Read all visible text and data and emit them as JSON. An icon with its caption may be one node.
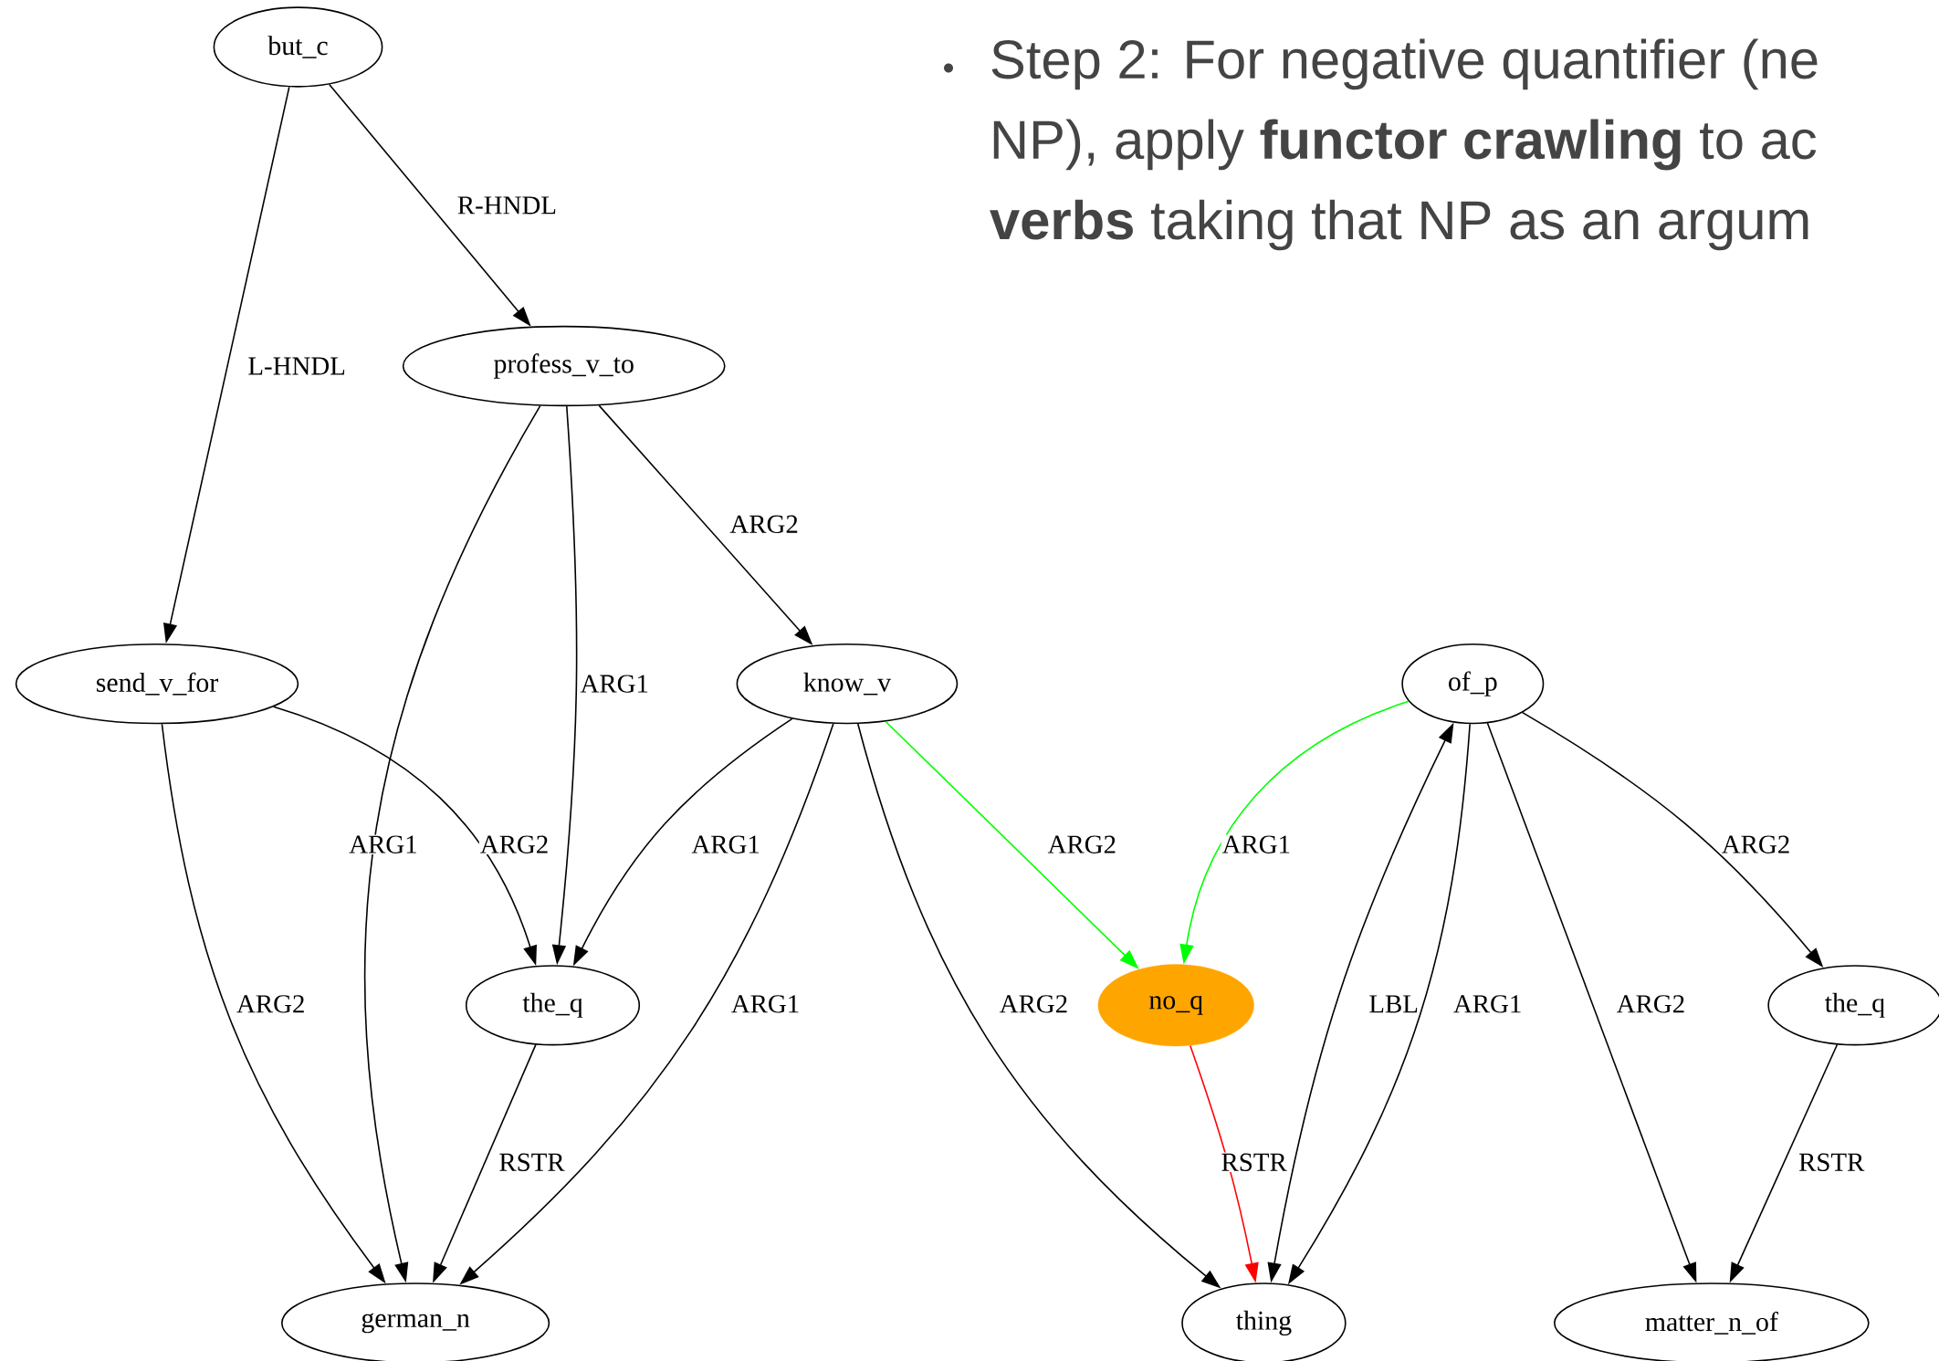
{
  "diagram": {
    "nodes": [
      {
        "text": [
          "but_c"
        ]
      },
      {
        "text": [
          "profess_v_to"
        ]
      },
      {
        "text": [
          "send_v_for"
        ]
      },
      {
        "text": [
          "know_v"
        ]
      },
      {
        "text": [
          "of_p"
        ]
      },
      {
        "text": [
          "the_q"
        ]
      },
      {
        "text": [
          "no_q"
        ]
      },
      {
        "text": [
          "the_q"
        ]
      },
      {
        "text": [
          "german_n"
        ]
      },
      {
        "text": [
          "thing"
        ]
      },
      {
        "text": [
          "matter_n_of"
        ]
      }
    ],
    "edges": [
      {
        "from": 0,
        "to": 2,
        "arrow": "to",
        "label": "L-HNDL"
      },
      {
        "from": 0,
        "to": 1,
        "arrow": "to",
        "label": "R-HNDL"
      },
      {
        "from": 1,
        "to": 8,
        "arrow": "to",
        "label": "ARG1"
      },
      {
        "from": 1,
        "to": 5,
        "arrow": "to",
        "label": "ARG1"
      },
      {
        "from": 1,
        "to": 3,
        "arrow": "to",
        "label": "ARG2"
      },
      {
        "from": 2,
        "to": 8,
        "arrow": "to",
        "label": "ARG2"
      },
      {
        "from": 2,
        "to": 5,
        "arrow": "to",
        "label": "ARG2"
      },
      {
        "from": 3,
        "to": 5,
        "arrow": "to",
        "label": "ARG1"
      },
      {
        "from": 3,
        "to": 8,
        "arrow": "to",
        "label": "ARG1"
      },
      {
        "from": 3,
        "to": 9,
        "arrow": "to",
        "label": "ARG2"
      },
      {
        "from": 3,
        "to": 6,
        "arrow": "to",
        "label": "ARG2",
        "color": "#00ff00"
      },
      {
        "from": 4,
        "to": 6,
        "arrow": "to",
        "label": "ARG1",
        "color": "#00ff00"
      },
      {
        "from": 5,
        "to": 8,
        "arrow": "to",
        "label": "RSTR"
      },
      {
        "from": 6,
        "to": 9,
        "arrow": "to",
        "label": "RSTR",
        "color": "#ff0000"
      },
      {
        "from": 4,
        "to": 9,
        "arrow": "both",
        "label": "LBL"
      },
      {
        "from": 4,
        "to": 9,
        "arrow": "to",
        "label": "ARG1"
      },
      {
        "from": 4,
        "to": 10,
        "arrow": "to",
        "label": "ARG2"
      },
      {
        "from": 4,
        "to": 7,
        "arrow": "to",
        "label": "ARG2"
      },
      {
        "from": 7,
        "to": 10,
        "arrow": "to",
        "label": "RSTR"
      }
    ],
    "labels": [
      "Step 2: For negative quantifier (ne",
      "NP), apply **functor crawling** to ac",
      "**verbs** taking that NP as an argum"
    ]
  }
}
